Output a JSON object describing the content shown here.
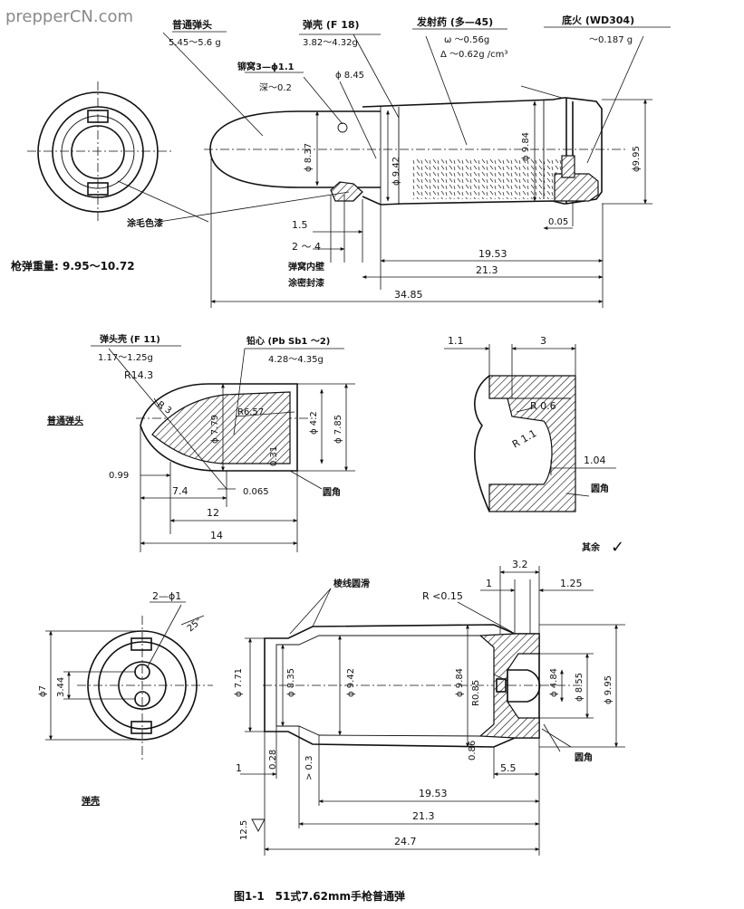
{
  "watermark": "prepperCN.com",
  "top_view": {
    "bullet_label": "普通弹头",
    "bullet_mass": "5.45～5.6 g",
    "case_label": "弹壳 (F 18)",
    "case_mass": "3.82～4.32g",
    "propellant_label": "发射药 (多—45)",
    "omega": "ω ～0.56g",
    "delta": "Δ ～0.62g /cm³",
    "primer_label": "底火 (WD304)",
    "primer_mass": "～0.187 g",
    "crimp_label": "铆窝3—ϕ1.1",
    "crimp_depth": "深～0.2",
    "phi_845": "ϕ 8.45",
    "phi_837": "ϕ 8.37",
    "phi_942": "ϕ 9.42",
    "phi_984": "ϕ 9.84",
    "phi_995": "ϕ9.95",
    "paint_label": "涂毛色漆",
    "cartridge_mass": "枪弹重量: 9.95～10.72",
    "d_15": "1.5",
    "d_2_4": "2 ～ 4",
    "seal_label_1": "弹窝内壁",
    "seal_label_2": "涂密封漆",
    "d_005": "0.05",
    "d_1953": "19.53",
    "d_213": "21.3",
    "d_3485": "34.85"
  },
  "bullet_view": {
    "jacket_label": "弹头壳 (F 11)",
    "jacket_mass": "1.17～1.25g",
    "core_label": "铅心 (Pb Sb1 ～2)",
    "core_mass": "4.28～4.35g",
    "r143": "R14.3",
    "r3": "R 3",
    "r657": "R6.57",
    "title": "普通弹头",
    "phi_779": "ϕ 7.79",
    "phi_42": "ϕ 4.2",
    "phi_785": "ϕ 7.85",
    "t_031": "0.31",
    "d_099": "0.99",
    "d_74": "7.4",
    "d_0065": "0.065",
    "round_corner": "圆角",
    "d_12": "12",
    "d_14": "14"
  },
  "detail_view": {
    "d_11": "1.1",
    "d_3": "3",
    "r06": "R 0.6",
    "r11": "R 1.1",
    "d_104": "1.04",
    "round_corner": "圆角",
    "rest_label": "其余"
  },
  "base_view": {
    "holes": "2—ϕ1",
    "angle": "25°",
    "phi_7": "ϕ7",
    "d_344": "3.44"
  },
  "case_view": {
    "d_32": "3.2",
    "d_1": "1",
    "d_125": "1.25",
    "smooth_label": "棱线圆滑",
    "r015": "R <0.15",
    "phi_771": "ϕ 7.71",
    "phi_835": "ϕ 8.35",
    "phi_942": "ϕ 9.42",
    "phi_984": "ϕ 9.84",
    "r085": "R0.85",
    "phi_484": "ϕ 4.84",
    "phi_855": "ϕ 8.55",
    "phi_995": "ϕ 9.95",
    "d_1_left": "1",
    "t_028": "0.28",
    "t_03": "> 0.3",
    "t_086": "0.86",
    "d_55": "5.5",
    "round_corner": "圆角",
    "title": "弹壳",
    "d_1953": "19.53",
    "roughness": "12.5",
    "d_213": "21.3",
    "d_247": "24.7"
  },
  "caption": "图1-1　51式7.62mm手枪普通弹"
}
